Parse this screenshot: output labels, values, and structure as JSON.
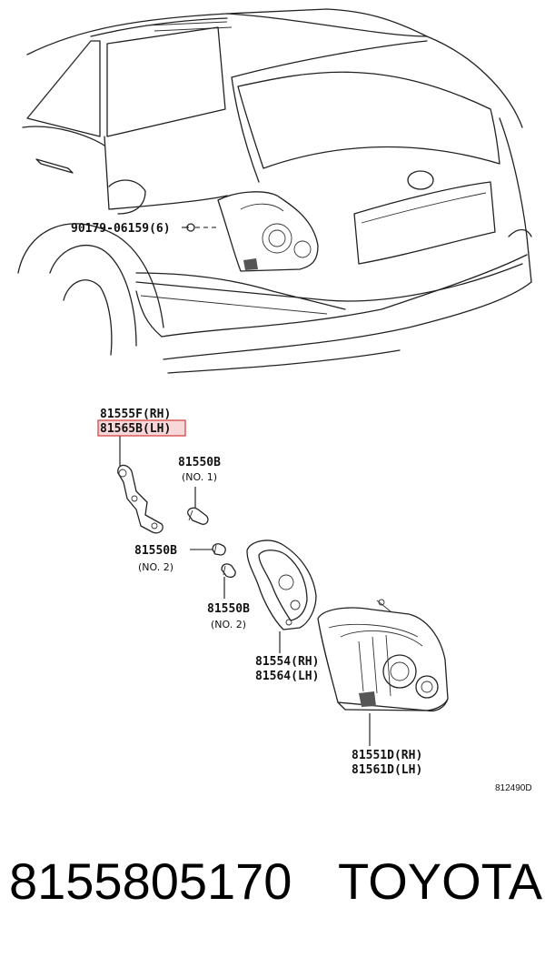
{
  "diagram": {
    "labels": {
      "bolt": "90179-06159(6)",
      "socket_rh": "81555F(RH)",
      "socket_lh": "81565B(LH)",
      "bulb1": "81550B",
      "bulb1_no": "(NO. 1)",
      "bulb2a": "81550B",
      "bulb2a_no": "(NO. 2)",
      "bulb2b": "81550B",
      "bulb2b_no": "(NO. 2)",
      "gasket_rh": "81554(RH)",
      "gasket_lh": "81564(LH)",
      "lamp_rh": "81551D(RH)",
      "lamp_lh": "81561D(LH)",
      "illustration_code": "812490D"
    },
    "highlighted_label": "socket_lh"
  },
  "footer": {
    "part_number": "8155805170",
    "brand": "TOYOTA"
  }
}
